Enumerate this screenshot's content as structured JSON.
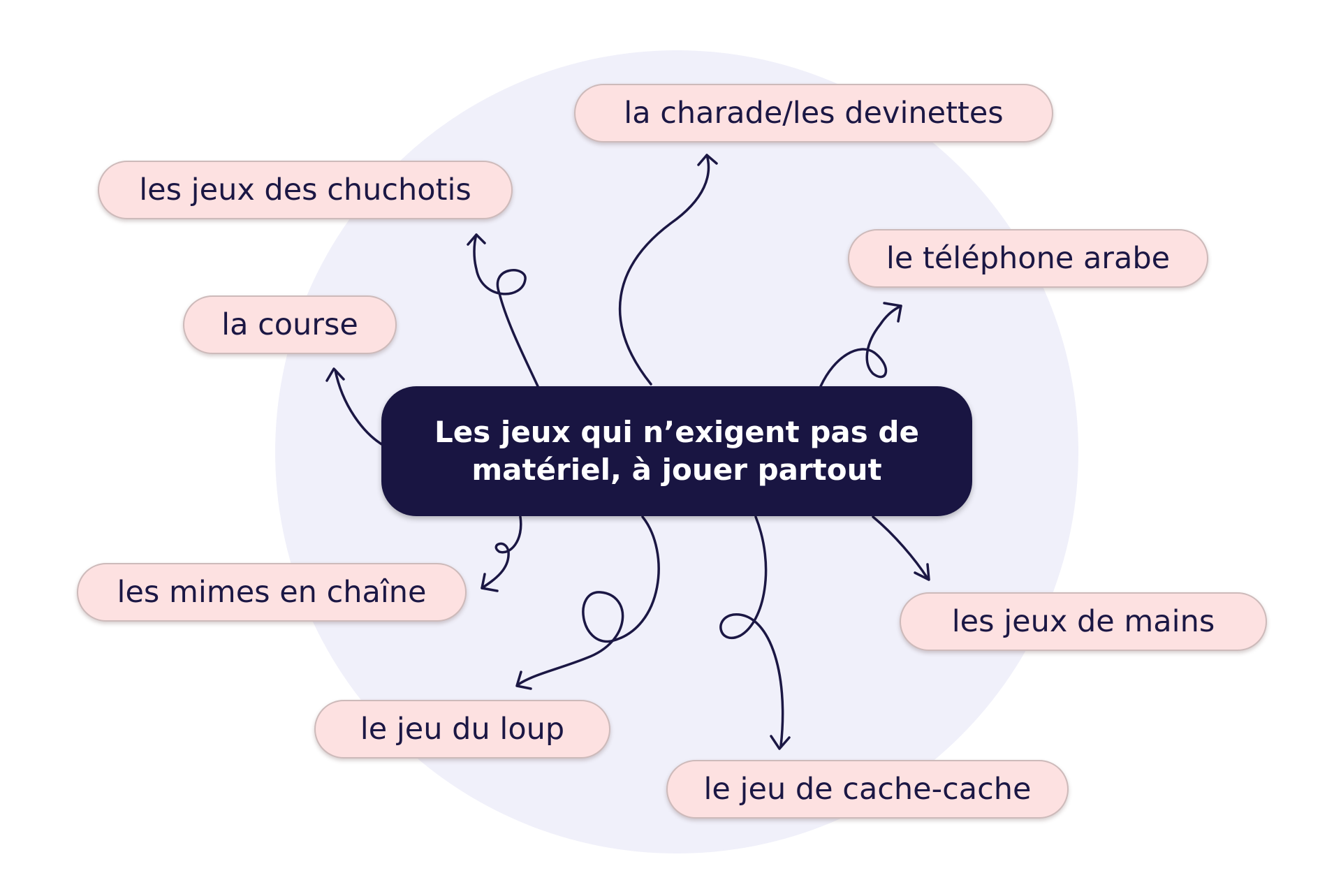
{
  "center": {
    "title": "Les jeux qui n’exigent pas de matériel, à jouer partout"
  },
  "nodes": [
    {
      "id": "charade",
      "label": "la charade/les devinettes"
    },
    {
      "id": "chuchotis",
      "label": "les jeux des chuchotis"
    },
    {
      "id": "telephone",
      "label": "le téléphone arabe"
    },
    {
      "id": "course",
      "label": "la course"
    },
    {
      "id": "mimes",
      "label": "les mimes en chaîne"
    },
    {
      "id": "mains",
      "label": "les jeux de mains"
    },
    {
      "id": "loup",
      "label": "le jeu du loup"
    },
    {
      "id": "cache",
      "label": "le jeu de cache-cache"
    }
  ],
  "colors": {
    "background_circle": "#f0f0fa",
    "center_fill": "#191542",
    "center_text": "#ffffff",
    "node_fill": "#fde1e1",
    "node_text": "#1b1744",
    "arrow_stroke": "#1b1744"
  }
}
